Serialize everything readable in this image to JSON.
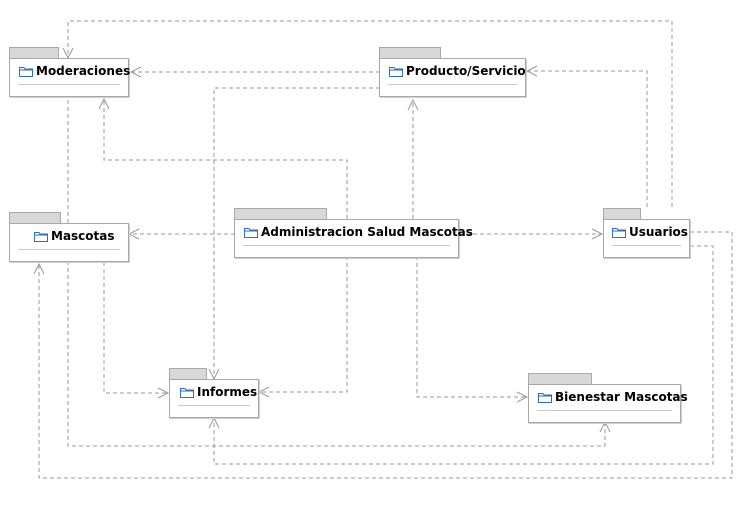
{
  "packages": {
    "moderaciones": "Moderaciones",
    "producto_servicio": "Producto/Servicio",
    "mascotas": "Mascotas",
    "administracion": "Administracion Salud Mascotas",
    "usuarios": "Usuarios",
    "informes": "Informes",
    "bienestar": "Bienestar Mascotas"
  },
  "colors": {
    "package_border": "#a8a8a8",
    "package_tab": "#d8d8d8",
    "folder_icon": "#2f6fb4",
    "dependency_line": "#9a9a9a"
  },
  "icons": {
    "package": "folder-icon"
  }
}
